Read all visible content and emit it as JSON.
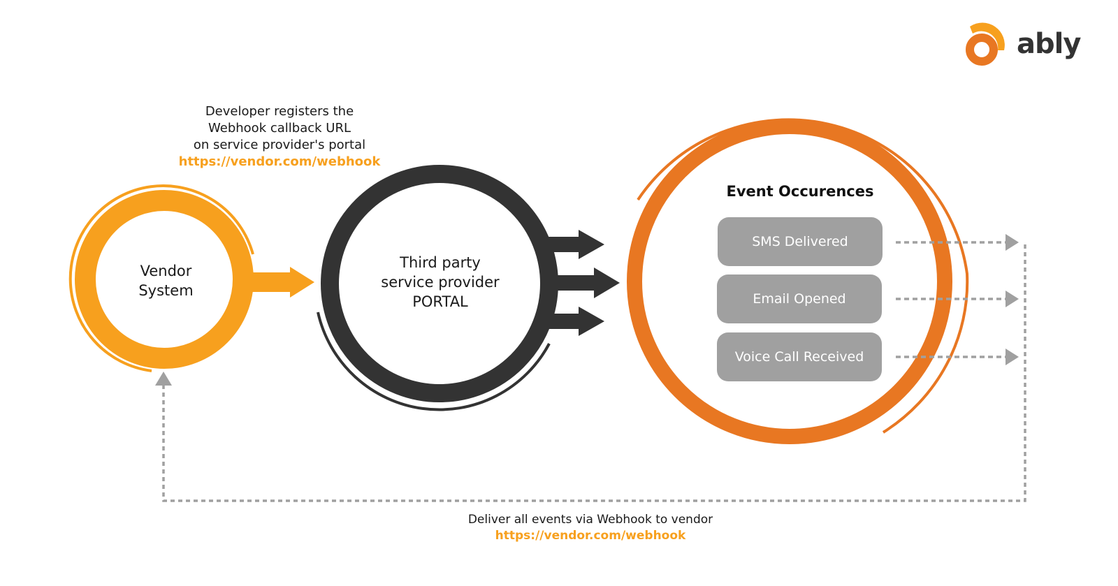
{
  "brand": {
    "name": "ably",
    "logo_icon": "ably-logo-icon",
    "colors": {
      "primary_orange": "#e87722",
      "secondary_orange": "#f7a01e",
      "dark": "#333333",
      "grey": "#a0a0a0"
    }
  },
  "registration_note": {
    "lines": [
      "Developer registers the",
      "Webhook callback URL",
      "on service provider's portal"
    ],
    "url": "https://vendor.com/webhook"
  },
  "nodes": {
    "vendor": {
      "lines": [
        "Vendor",
        "System"
      ]
    },
    "portal": {
      "lines": [
        "Third party",
        "service provider",
        "PORTAL"
      ]
    },
    "events": {
      "title": "Event Occurences",
      "items": [
        "SMS Delivered",
        "Email Opened",
        "Voice Call Received"
      ]
    }
  },
  "delivery_note": {
    "text": "Deliver all events via Webhook to vendor",
    "url": "https://vendor.com/webhook"
  }
}
